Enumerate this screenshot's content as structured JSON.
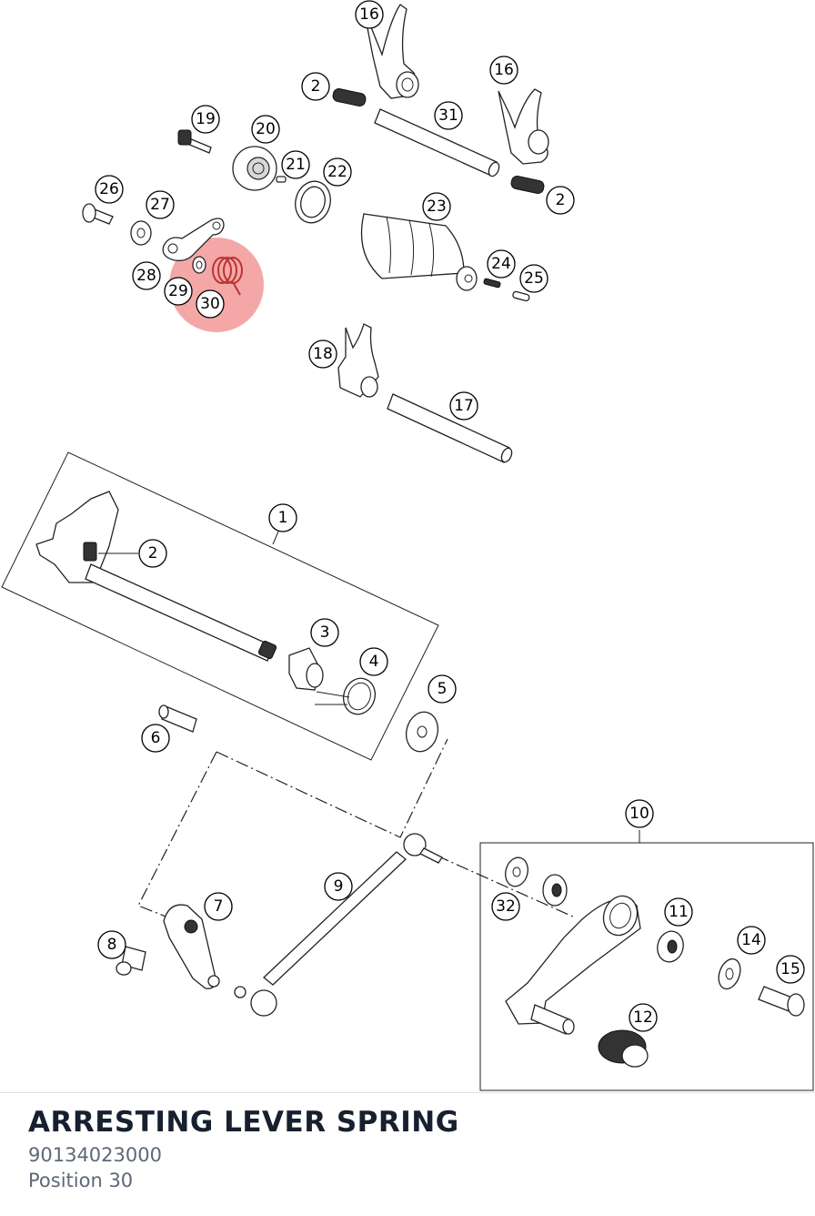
{
  "highlight_color": "#f08a8a",
  "diagram": {
    "labels": [
      {
        "id": "16a",
        "text": "16"
      },
      {
        "id": "2a",
        "text": "2"
      },
      {
        "id": "31",
        "text": "31"
      },
      {
        "id": "16b",
        "text": "16"
      },
      {
        "id": "19",
        "text": "19"
      },
      {
        "id": "20",
        "text": "20"
      },
      {
        "id": "21",
        "text": "21"
      },
      {
        "id": "22",
        "text": "22"
      },
      {
        "id": "2b",
        "text": "2"
      },
      {
        "id": "26",
        "text": "26"
      },
      {
        "id": "27",
        "text": "27"
      },
      {
        "id": "23",
        "text": "23"
      },
      {
        "id": "24",
        "text": "24"
      },
      {
        "id": "25",
        "text": "25"
      },
      {
        "id": "28",
        "text": "28"
      },
      {
        "id": "29",
        "text": "29"
      },
      {
        "id": "30",
        "text": "30"
      },
      {
        "id": "18",
        "text": "18"
      },
      {
        "id": "17",
        "text": "17"
      },
      {
        "id": "1",
        "text": "1"
      },
      {
        "id": "2c",
        "text": "2"
      },
      {
        "id": "3",
        "text": "3"
      },
      {
        "id": "4",
        "text": "4"
      },
      {
        "id": "5",
        "text": "5"
      },
      {
        "id": "6",
        "text": "6"
      },
      {
        "id": "10",
        "text": "10"
      },
      {
        "id": "9",
        "text": "9"
      },
      {
        "id": "7",
        "text": "7"
      },
      {
        "id": "32",
        "text": "32"
      },
      {
        "id": "11",
        "text": "11"
      },
      {
        "id": "14",
        "text": "14"
      },
      {
        "id": "8",
        "text": "8"
      },
      {
        "id": "15",
        "text": "15"
      },
      {
        "id": "12",
        "text": "12"
      }
    ]
  },
  "footer": {
    "part_name": "ARRESTING LEVER SPRING",
    "part_number": "90134023000",
    "position": "Position 30"
  }
}
